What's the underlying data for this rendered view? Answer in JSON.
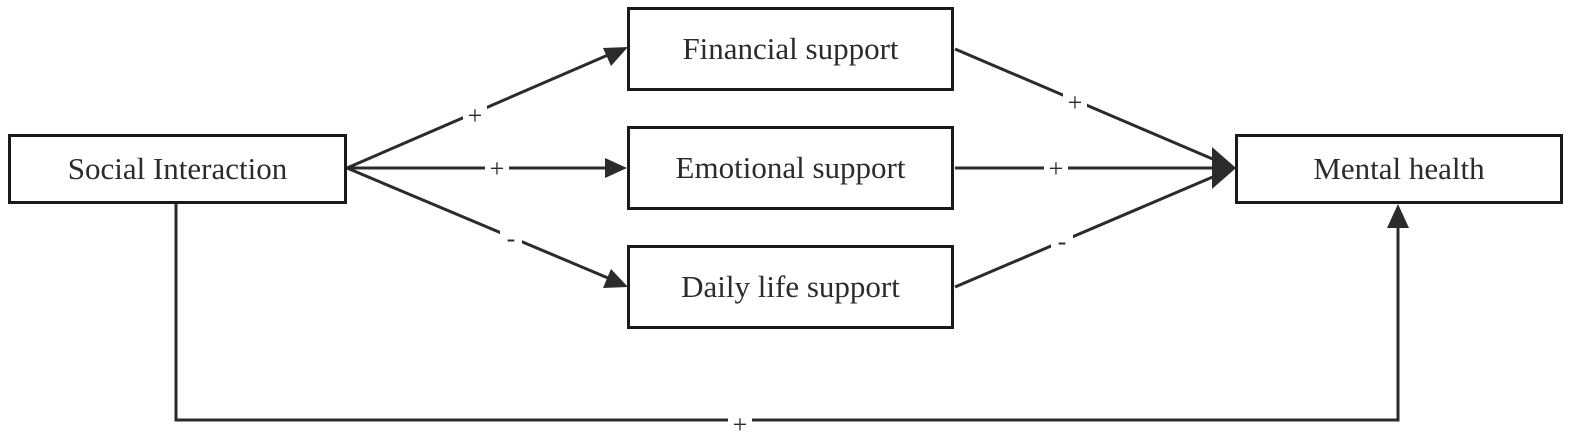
{
  "nodes": {
    "social": "Social Interaction",
    "financial": "Financial support",
    "emotional": "Emotional support",
    "daily": "Daily life support",
    "mental": "Mental health"
  },
  "edges": {
    "social_financial": "+",
    "social_emotional": "+",
    "social_daily": "-",
    "financial_mental": "+",
    "emotional_mental": "+",
    "daily_mental": "-",
    "social_mental": "+"
  },
  "colors": {
    "line": "#2b2b2b",
    "box_border": "#1a1a1a",
    "background": "#ffffff"
  }
}
